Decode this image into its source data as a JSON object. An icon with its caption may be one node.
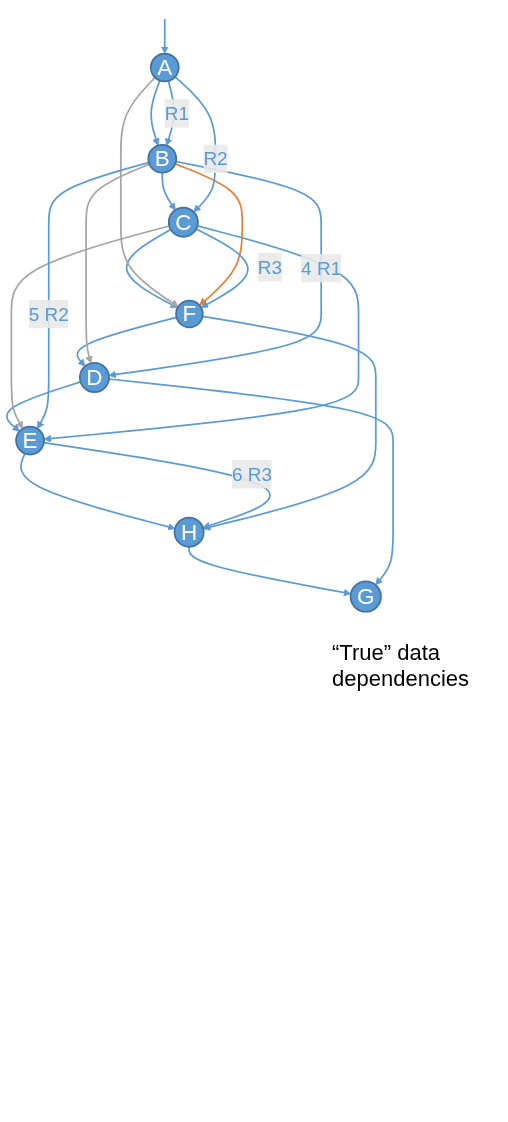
{
  "diagram": {
    "nodes": [
      {
        "text": [
          "A"
        ]
      },
      {
        "text": [
          "B"
        ]
      },
      {
        "text": [
          "C"
        ]
      },
      {
        "text": [
          "F"
        ]
      },
      {
        "text": [
          "D"
        ]
      },
      {
        "text": [
          "E"
        ]
      },
      {
        "text": [
          "H"
        ]
      },
      {
        "text": [
          "G"
        ]
      }
    ],
    "edges": [
      {
        "from": null,
        "to": 0,
        "arrow": "to"
      },
      {
        "from": 0,
        "to": 1,
        "arrow": "to"
      },
      {
        "from": 1,
        "to": 2,
        "arrow": "to"
      },
      {
        "from": 2,
        "to": 3,
        "arrow": "to"
      },
      {
        "from": 3,
        "to": 4,
        "arrow": "to"
      },
      {
        "from": 4,
        "to": 5,
        "arrow": "to"
      },
      {
        "from": 5,
        "to": 6,
        "arrow": "to"
      },
      {
        "from": 6,
        "to": 7,
        "arrow": "to"
      },
      {
        "from": 0,
        "to": 3,
        "arrow": "to",
        "color": "#a5a5a5"
      },
      {
        "from": 1,
        "to": 4,
        "arrow": "to",
        "color": "#a5a5a5"
      },
      {
        "from": 2,
        "to": 5,
        "arrow": "to",
        "color": "#a5a5a5"
      },
      {
        "from": 1,
        "to": 3,
        "arrow": "to",
        "color": "#ed7d31"
      },
      {
        "from": 0,
        "to": 1,
        "arrow": "to",
        "label": "R1"
      },
      {
        "from": 0,
        "to": 2,
        "arrow": "to",
        "label": "R2"
      },
      {
        "from": 2,
        "to": 3,
        "arrow": "to",
        "label": "R3"
      },
      {
        "from": 1,
        "to": 4,
        "arrow": "to",
        "label": "4 R1"
      },
      {
        "from": 1,
        "to": 5,
        "arrow": "to",
        "label": "5 R2"
      },
      {
        "from": 5,
        "to": 6,
        "arrow": "to",
        "label": "6 R3"
      },
      {
        "from": 2,
        "to": 5,
        "arrow": "to"
      },
      {
        "from": 3,
        "to": 6,
        "arrow": "to"
      },
      {
        "from": 4,
        "to": 7,
        "arrow": "to"
      }
    ],
    "labels": [
      "“True” data dependencies"
    ]
  }
}
